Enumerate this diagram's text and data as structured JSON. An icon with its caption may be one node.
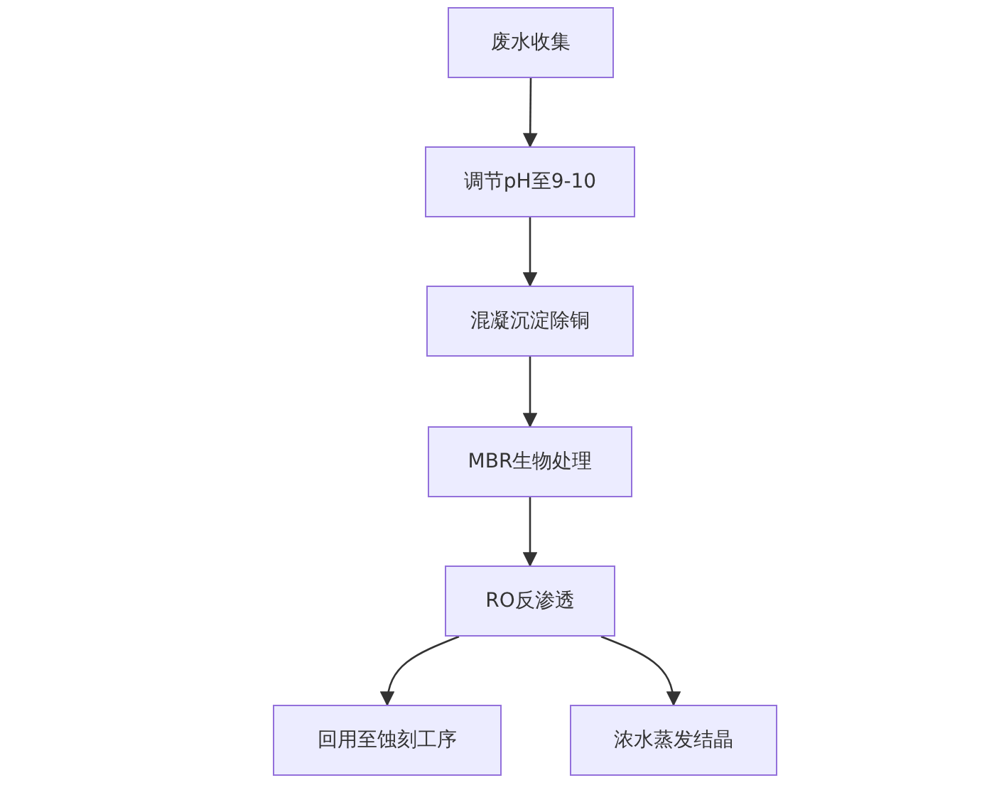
{
  "diagram": {
    "nodes": [
      {
        "text": [
          "废水收集"
        ]
      },
      {
        "text": [
          "调节pH至9-10"
        ]
      },
      {
        "text": [
          "混凝沉淀除铜"
        ]
      },
      {
        "text": [
          "MBR生物处理"
        ]
      },
      {
        "text": [
          "RO反渗透"
        ]
      },
      {
        "text": [
          "回用至蚀刻工序"
        ]
      },
      {
        "text": [
          "浓水蒸发结晶"
        ]
      }
    ],
    "edges": [
      {
        "from": 0,
        "to": 1,
        "arrow": "to"
      },
      {
        "from": 1,
        "to": 2,
        "arrow": "to"
      },
      {
        "from": 2,
        "to": 3,
        "arrow": "to"
      },
      {
        "from": 3,
        "to": 4,
        "arrow": "to"
      },
      {
        "from": 4,
        "to": 5,
        "arrow": "to"
      },
      {
        "from": 4,
        "to": 6,
        "arrow": "to"
      }
    ]
  }
}
